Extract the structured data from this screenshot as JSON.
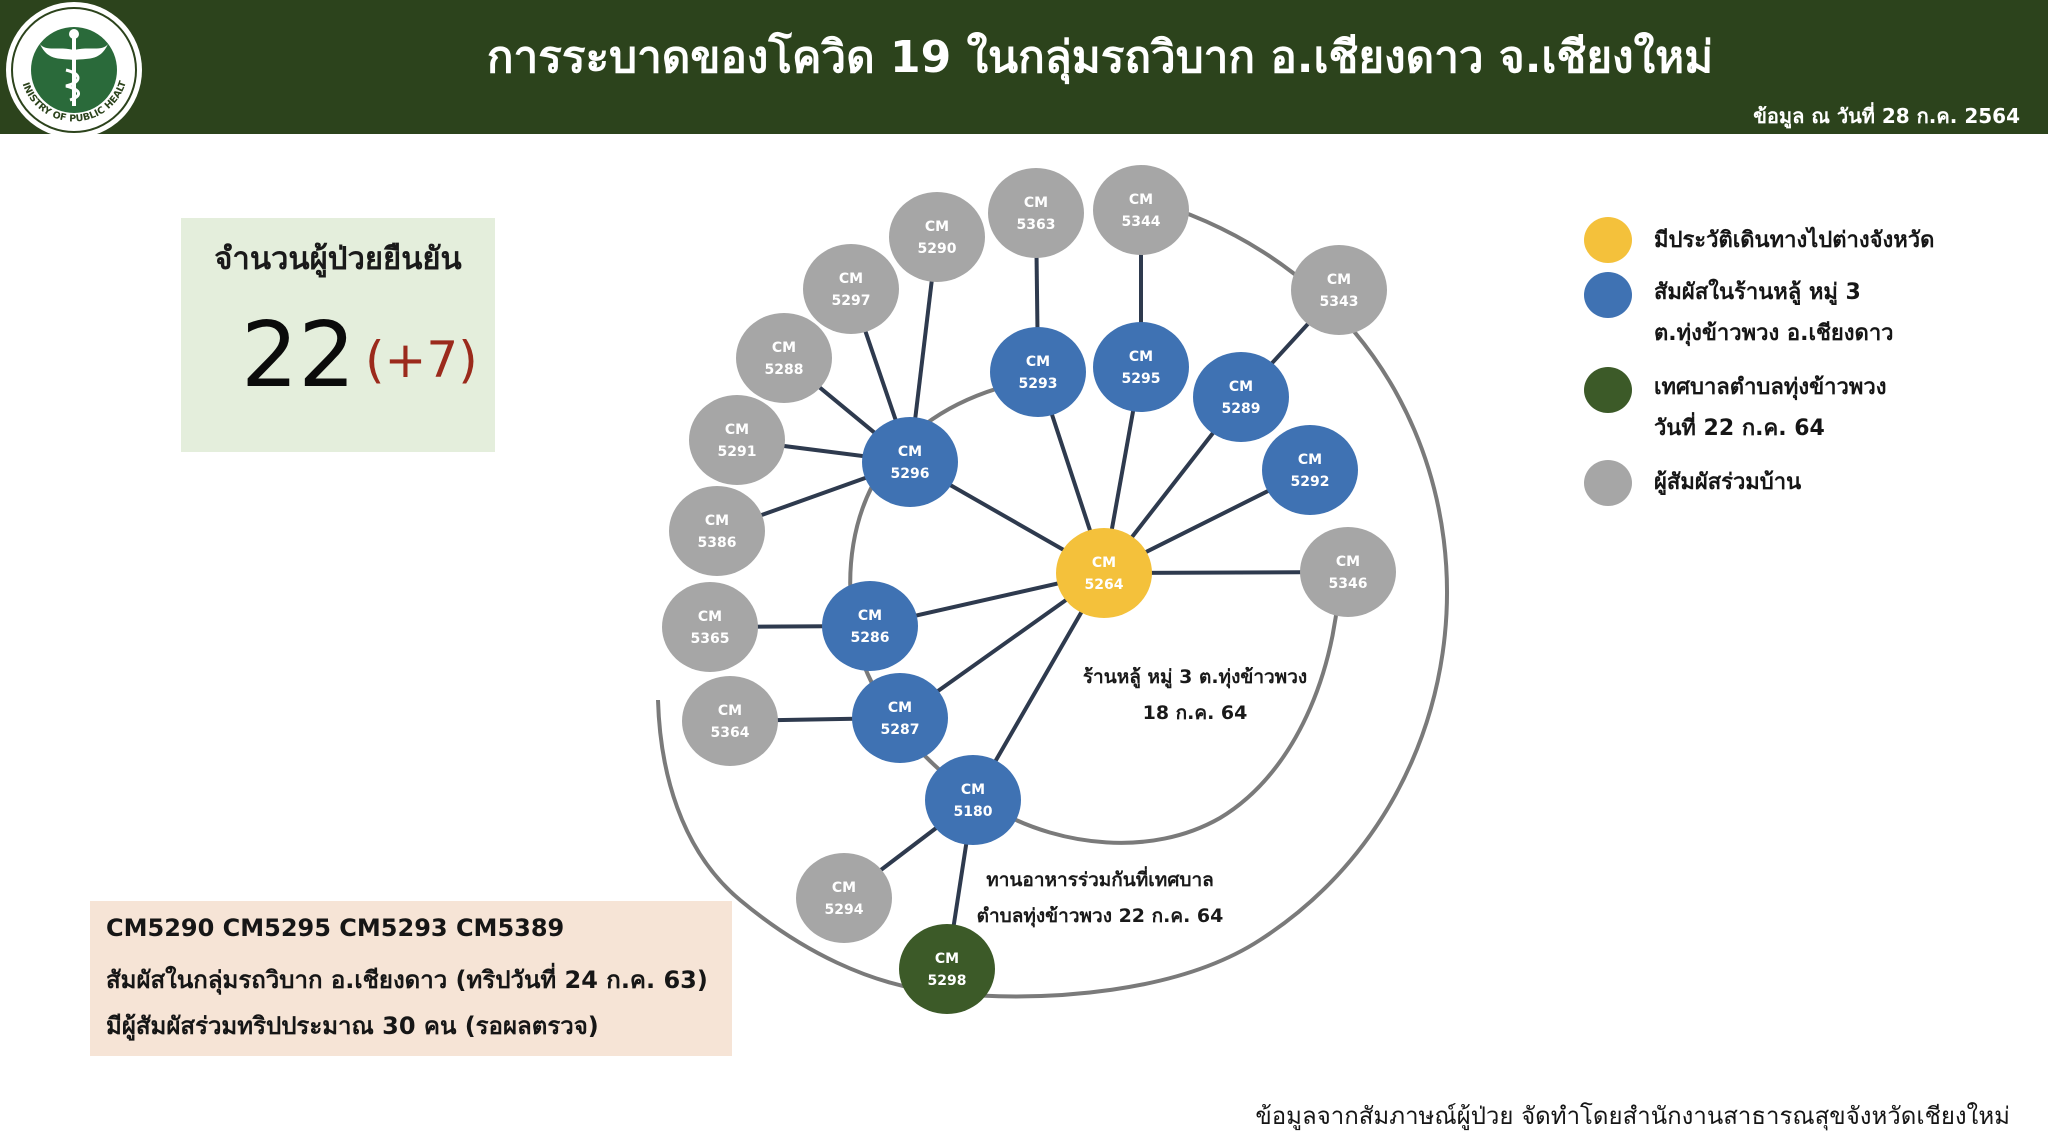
{
  "header": {
    "title": "การระบาดของโควิด 19 ในกลุ่มรถวิบาก อ.เชียงดาว จ.เชียงใหม่",
    "date_note": "ข้อมูล ณ วันที่ 28 ก.ค. 2564",
    "logo": {
      "icon": "ministry-seal-icon",
      "text": "MINISTRY OF PUBLIC HEALTH"
    }
  },
  "summary": {
    "label": "จำนวนผู้ป่วยยืนยัน",
    "count": "22",
    "delta": "(+7)"
  },
  "legend": [
    {
      "label": "มีประวัติเดินทางไปต่างจังหวัด",
      "color": "#f4c13b"
    },
    {
      "label": "สัมผัสในร้านหลู้ หมู่ 3",
      "label2": "ต.ทุ่งข้าวพวง อ.เชียงดาว",
      "color": "#3f72b3"
    },
    {
      "label": "เทศบาลตำบลทุ่งข้าวพวง",
      "label2": "วันที่ 22 ก.ค. 64",
      "color": "#3c5a28"
    },
    {
      "label": "ผู้สัมผัสร่วมบ้าน",
      "color": "#a6a6a6"
    }
  ],
  "annotations": {
    "shop": {
      "line1": "ร้านหลู้ หมู่ 3 ต.ทุ่งข้าวพวง",
      "line2": "18 ก.ค. 64"
    },
    "municipality": {
      "line1": "ทานอาหารร่วมกันที่เทศบาล",
      "line2": "ตำบลทุ่งข้าวพวง 22 ก.ค. 64"
    }
  },
  "trip_note": {
    "line1": "CM5290 CM5295 CM5293 CM5389",
    "line2": "สัมผัสในกลุ่มรถวิบาก อ.เชียงดาว (ทริปวันที่ 24 ก.ค. 63)",
    "line3": "มีผู้สัมผัสร่วมทริปประมาณ 30 คน (รอผลตรวจ)"
  },
  "footer": {
    "source": "ข้อมูลจากสัมภาษณ์ผู้ป่วย จัดทำโดยสำนักงานสาธารณสุขจังหวัดเชียงใหม่"
  },
  "network": {
    "colors": {
      "index": "#f4c13b",
      "shop": "#3f72b3",
      "municipality": "#3c5a28",
      "household": "#a6a6a6",
      "edge": "#2e3a4e",
      "ring": "#7a7a7a"
    },
    "nodes": [
      {
        "id": "5264",
        "label1": "CM",
        "label2": "5264",
        "group": "index"
      },
      {
        "id": "5293",
        "label1": "CM",
        "label2": "5293",
        "group": "shop"
      },
      {
        "id": "5295",
        "label1": "CM",
        "label2": "5295",
        "group": "shop"
      },
      {
        "id": "5289",
        "label1": "CM",
        "label2": "5289",
        "group": "shop"
      },
      {
        "id": "5292",
        "label1": "CM",
        "label2": "5292",
        "group": "shop"
      },
      {
        "id": "5296",
        "label1": "CM",
        "label2": "5296",
        "group": "shop"
      },
      {
        "id": "5286",
        "label1": "CM",
        "label2": "5286",
        "group": "shop"
      },
      {
        "id": "5287",
        "label1": "CM",
        "label2": "5287",
        "group": "shop"
      },
      {
        "id": "5180",
        "label1": "CM",
        "label2": "5180",
        "group": "shop"
      },
      {
        "id": "5298",
        "label1": "CM",
        "label2": "5298",
        "group": "municipality"
      },
      {
        "id": "5363",
        "label1": "CM",
        "label2": "5363",
        "group": "household"
      },
      {
        "id": "5344",
        "label1": "CM",
        "label2": "5344",
        "group": "household"
      },
      {
        "id": "5343",
        "label1": "CM",
        "label2": "5343",
        "group": "household"
      },
      {
        "id": "5290",
        "label1": "CM",
        "label2": "5290",
        "group": "household"
      },
      {
        "id": "5297",
        "label1": "CM",
        "label2": "5297",
        "group": "household"
      },
      {
        "id": "5288",
        "label1": "CM",
        "label2": "5288",
        "group": "household"
      },
      {
        "id": "5291",
        "label1": "CM",
        "label2": "5291",
        "group": "household"
      },
      {
        "id": "5386",
        "label1": "CM",
        "label2": "5386",
        "group": "household"
      },
      {
        "id": "5365",
        "label1": "CM",
        "label2": "5365",
        "group": "household"
      },
      {
        "id": "5364",
        "label1": "CM",
        "label2": "5364",
        "group": "household"
      },
      {
        "id": "5294",
        "label1": "CM",
        "label2": "5294",
        "group": "household"
      },
      {
        "id": "5346",
        "label1": "CM",
        "label2": "5346",
        "group": "household"
      }
    ],
    "edges": [
      [
        "5264",
        "5293"
      ],
      [
        "5264",
        "5295"
      ],
      [
        "5264",
        "5289"
      ],
      [
        "5264",
        "5292"
      ],
      [
        "5264",
        "5296"
      ],
      [
        "5264",
        "5286"
      ],
      [
        "5264",
        "5287"
      ],
      [
        "5264",
        "5180"
      ],
      [
        "5264",
        "5346"
      ],
      [
        "5293",
        "5363"
      ],
      [
        "5295",
        "5344"
      ],
      [
        "5289",
        "5343"
      ],
      [
        "5296",
        "5290"
      ],
      [
        "5296",
        "5297"
      ],
      [
        "5296",
        "5288"
      ],
      [
        "5296",
        "5291"
      ],
      [
        "5296",
        "5386"
      ],
      [
        "5286",
        "5365"
      ],
      [
        "5287",
        "5364"
      ],
      [
        "5180",
        "5294"
      ],
      [
        "5180",
        "5298"
      ]
    ]
  }
}
